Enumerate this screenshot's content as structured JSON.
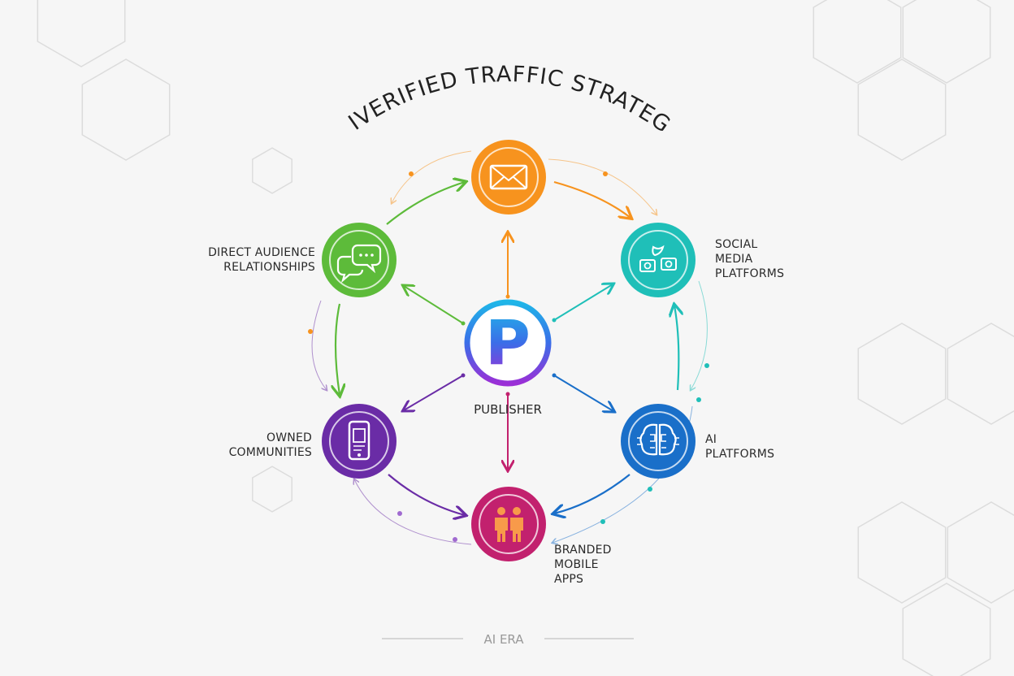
{
  "title": "DIVERIFIED TRAFFIC STRATEGY",
  "center": {
    "label": "PUBLISHER",
    "letter": "P",
    "icon": "publisher-p-icon"
  },
  "nodes": [
    {
      "id": "email",
      "icon": "envelope-icon",
      "color": "#f7931e",
      "lines": []
    },
    {
      "id": "direct",
      "icon": "chat-bubbles-icon",
      "color": "#5dbb3a",
      "lines": [
        "DIRECT AUDIENCE",
        "RELATIONSHIPS"
      ]
    },
    {
      "id": "social",
      "icon": "social-media-icon",
      "color": "#1fbfb8",
      "lines": [
        "SOCIAL",
        "MEDIA",
        "PLATFORMS"
      ]
    },
    {
      "id": "owned",
      "icon": "mobile-phone-icon",
      "color": "#6a2ca6",
      "lines": [
        "OWNED",
        "COMMUNITIES"
      ]
    },
    {
      "id": "ai",
      "icon": "ai-brain-icon",
      "color": "#1a6fc9",
      "lines": [
        "AI",
        "PLATFORMS"
      ]
    },
    {
      "id": "apps",
      "icon": "people-icon",
      "color": "#c2216e",
      "lines": [
        "BRANDED",
        "MOBILE",
        "APPS"
      ]
    }
  ],
  "footer": "AI ERA"
}
